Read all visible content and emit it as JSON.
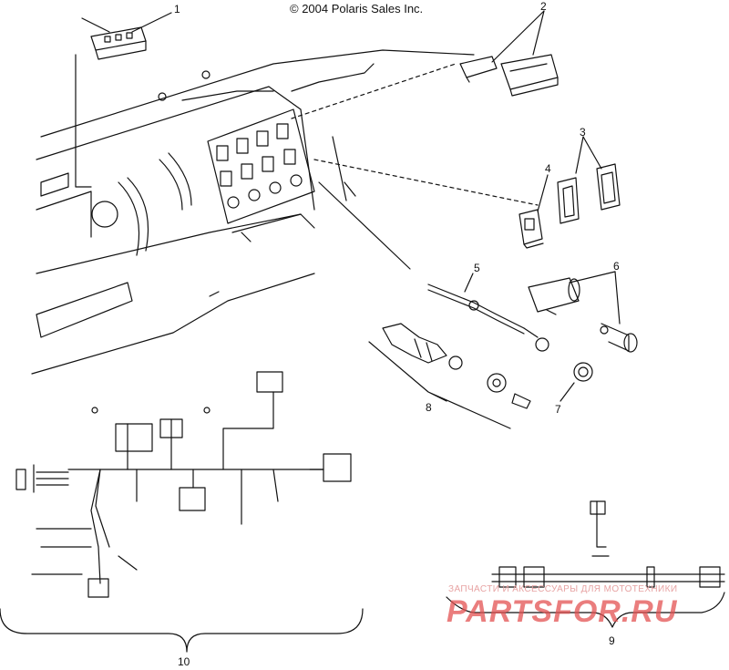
{
  "copyright": "© 2004 Polaris Sales Inc.",
  "callouts": [
    "1",
    "2",
    "3",
    "4",
    "5",
    "6",
    "7",
    "8",
    "9",
    "10"
  ],
  "watermark": {
    "tagline": "ЗАПЧАСТИ И АКСЕССУАРЫ ДЛЯ МОТОТЕХНИКИ",
    "logo_text": "PARTSFOR.RU",
    "color": "#e35252"
  },
  "colors": {
    "line": "#111111",
    "background": "#ffffff"
  }
}
